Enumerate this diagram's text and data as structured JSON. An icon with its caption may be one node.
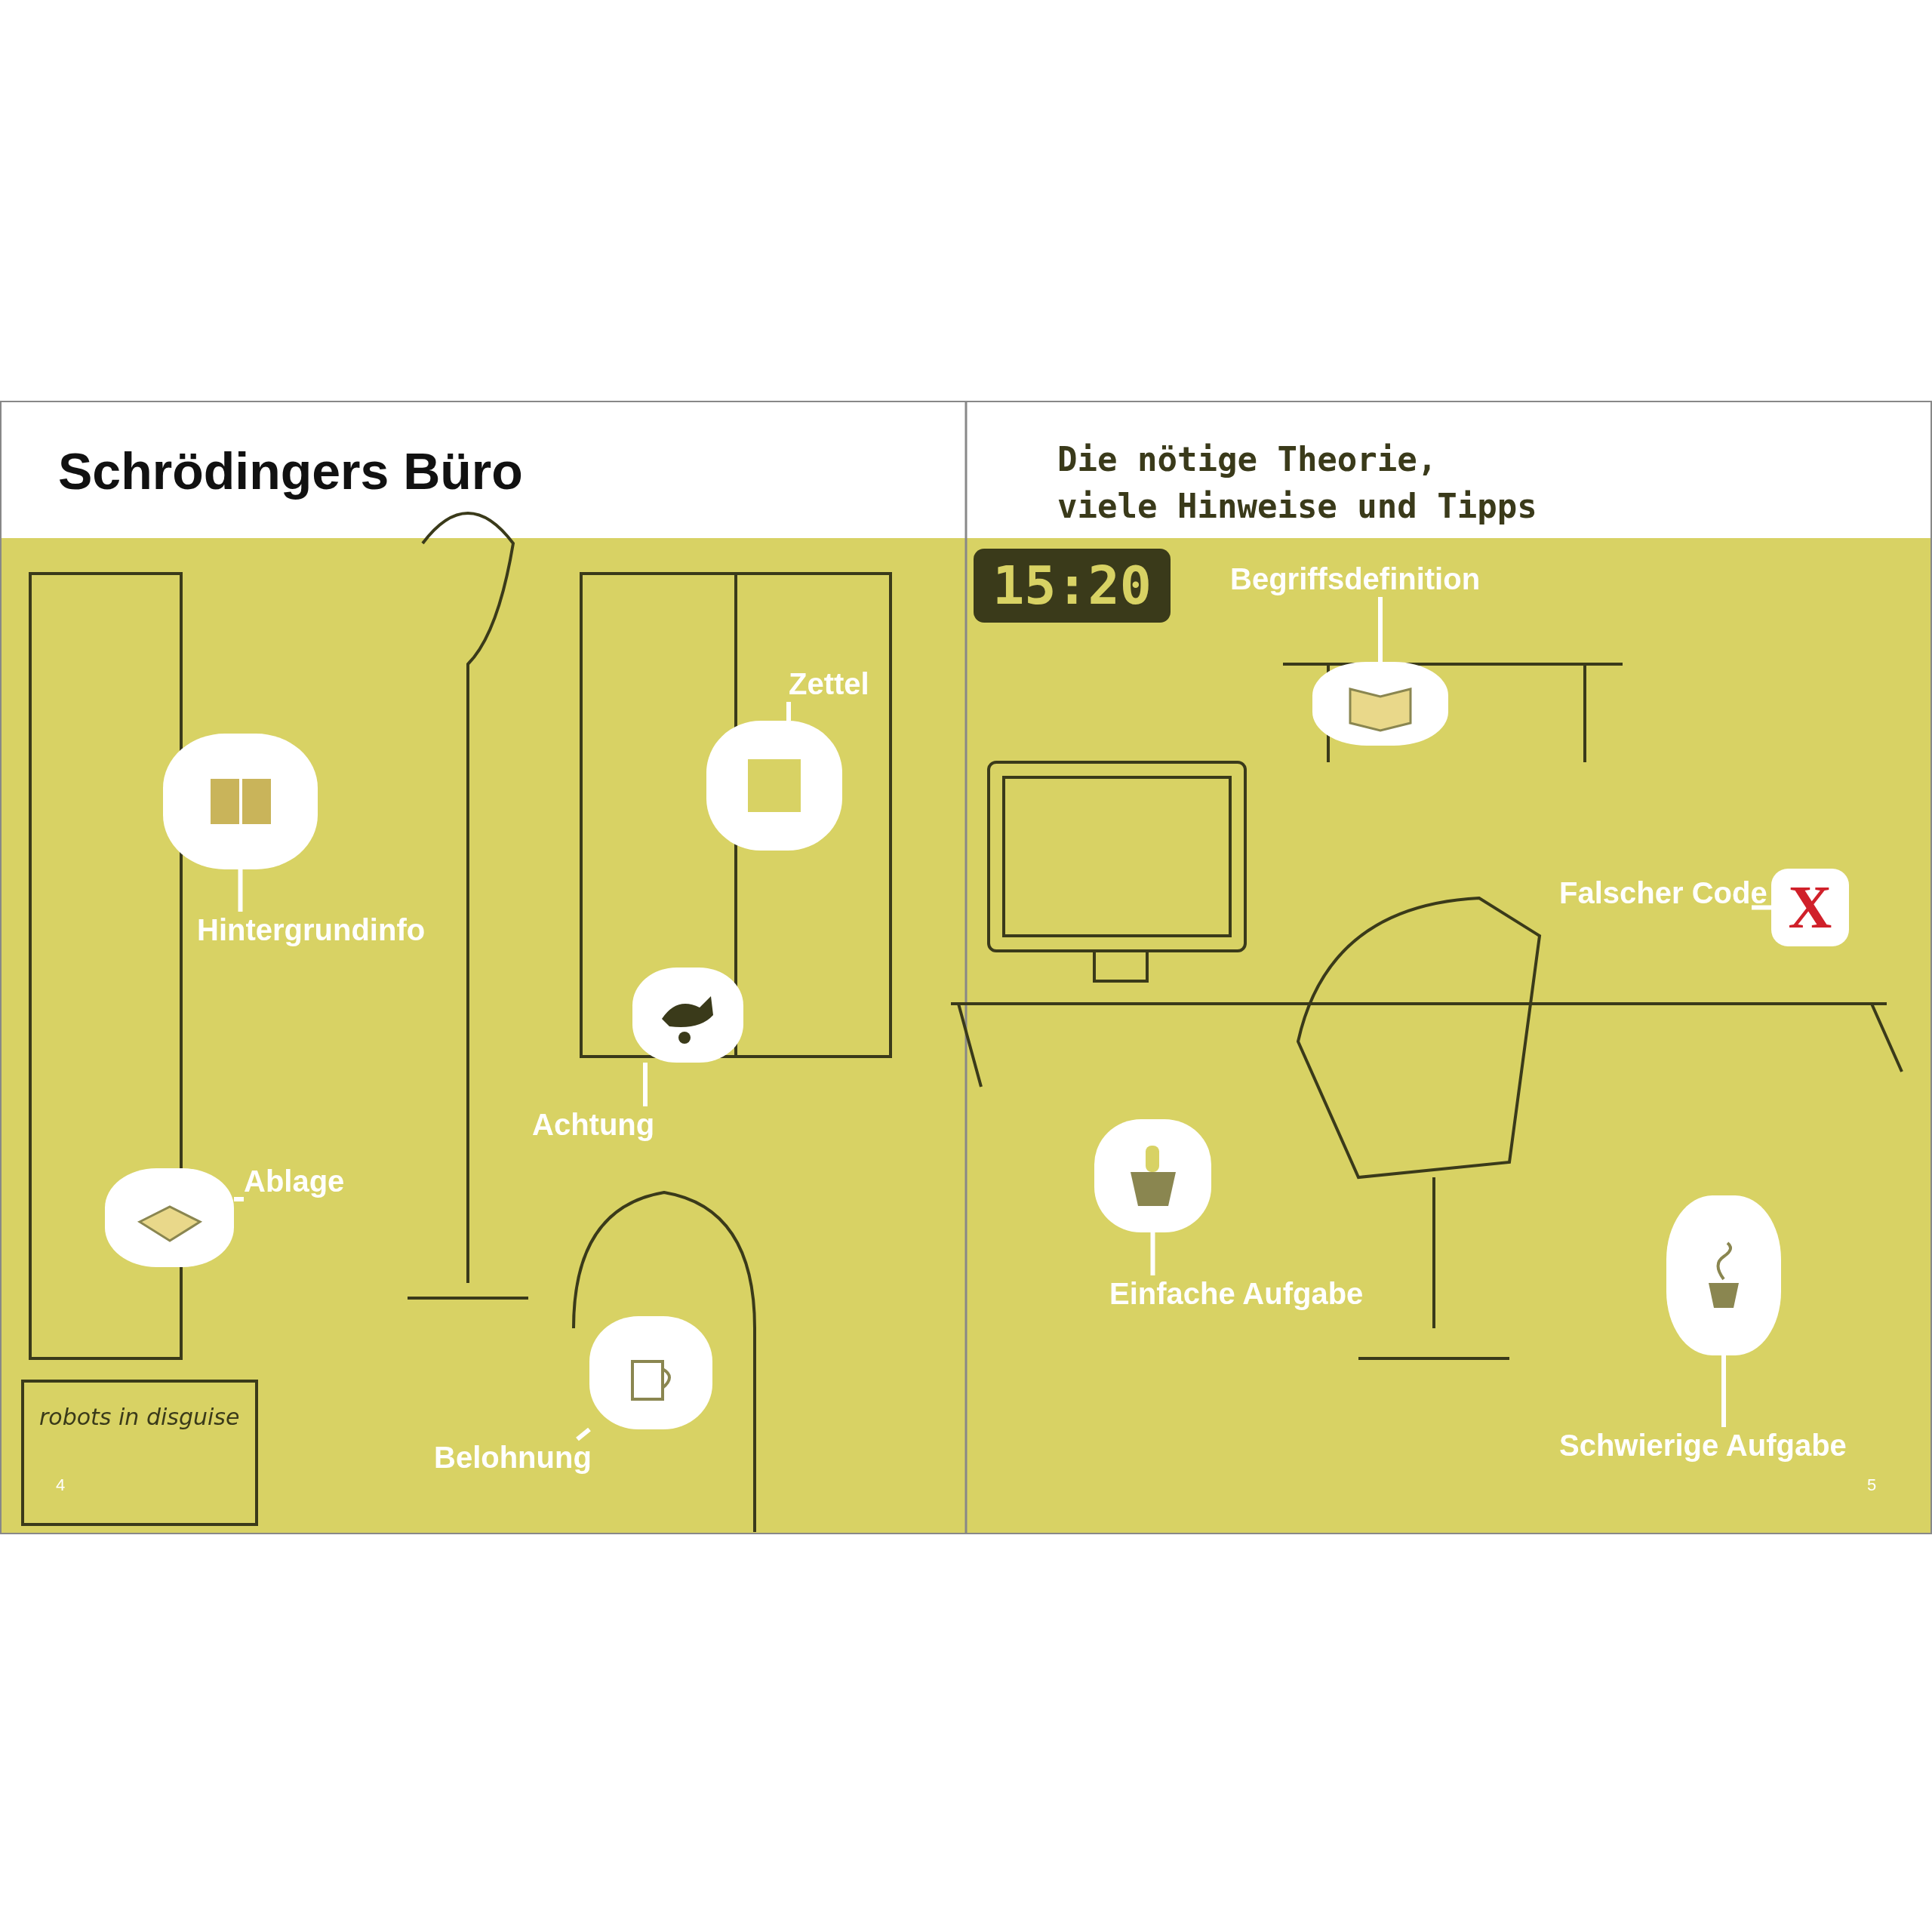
{
  "diagram": {
    "title": "Schrödingers Büro",
    "nodes": [
      {
        "text": [
          "Zettel"
        ]
      },
      {
        "text": [],
        "shape": "picture"
      },
      {
        "text": [],
        "shape": "picture"
      },
      {
        "text": [
          "Hintergrundinfo"
        ]
      },
      {
        "text": [],
        "shape": "picture"
      },
      {
        "text": [
          "Achtung"
        ]
      },
      {
        "text": [],
        "shape": "picture"
      },
      {
        "text": [
          "Ablage"
        ]
      },
      {
        "text": [],
        "shape": "picture"
      },
      {
        "text": [
          "Belohnung"
        ]
      },
      {
        "text": [
          "Begriffsdefinition"
        ]
      },
      {
        "text": [],
        "shape": "picture"
      },
      {
        "text": [
          "Falscher Code"
        ]
      },
      {
        "text": [
          "X"
        ]
      },
      {
        "text": [],
        "shape": "picture"
      },
      {
        "text": [
          "Einfache Aufgabe"
        ]
      },
      {
        "text": [],
        "shape": "picture"
      },
      {
        "text": [
          "Schwierige Aufgabe"
        ]
      }
    ],
    "edges": [
      {
        "from": 0,
        "to": 1,
        "arrow": "none"
      },
      {
        "from": 3,
        "to": 2,
        "arrow": "none"
      },
      {
        "from": 5,
        "to": 4,
        "arrow": "none"
      },
      {
        "from": 7,
        "to": 6,
        "arrow": "none"
      },
      {
        "from": 9,
        "to": 8,
        "arrow": "none"
      },
      {
        "from": 10,
        "to": 11,
        "arrow": "none"
      },
      {
        "from": 12,
        "to": 13,
        "arrow": "none"
      },
      {
        "from": 15,
        "to": 14,
        "arrow": "none"
      },
      {
        "from": 17,
        "to": 16,
        "arrow": "none"
      }
    ],
    "labels": [
      "Die nötige Theorie, viele Hinweise und Tipps",
      "15:20",
      "robots in disguise",
      "4",
      "5"
    ]
  }
}
